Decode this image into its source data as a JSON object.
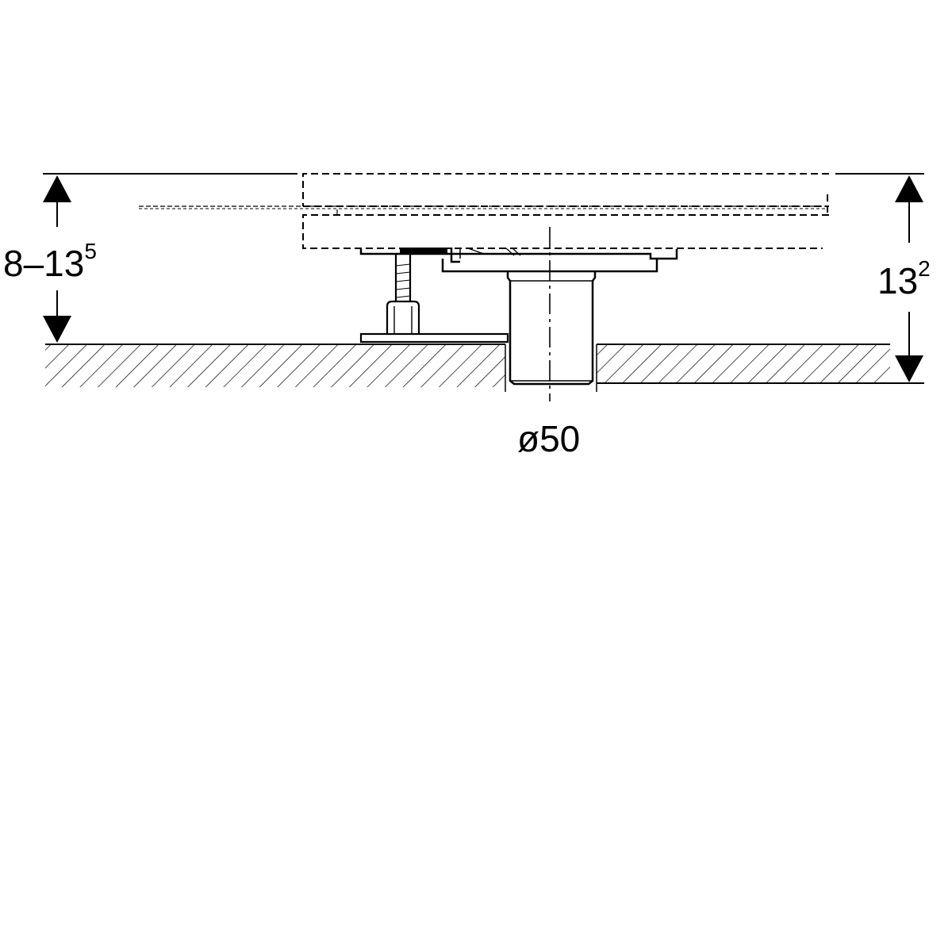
{
  "dimensions": {
    "left_height": {
      "main": "8–13",
      "sup": "5"
    },
    "right_height": {
      "main": "13",
      "sup": "2"
    },
    "diameter": "ø50"
  },
  "colors": {
    "line": "#000000",
    "background": "#ffffff"
  }
}
